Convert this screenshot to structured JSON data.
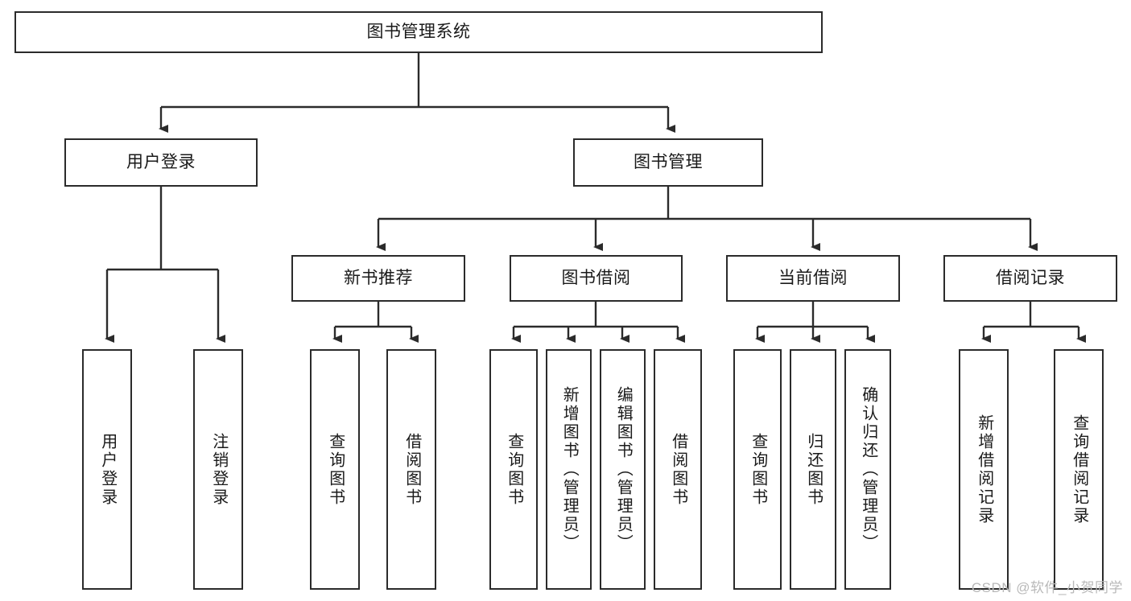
{
  "diagram": {
    "title": "图书管理系统",
    "type": "hierarchy-tree",
    "root": {
      "label": "图书管理系统"
    },
    "level2": [
      {
        "label": "用户登录"
      },
      {
        "label": "图书管理"
      }
    ],
    "level3": [
      {
        "label": "新书推荐"
      },
      {
        "label": "图书借阅"
      },
      {
        "label": "当前借阅"
      },
      {
        "label": "借阅记录"
      }
    ],
    "leaves": {
      "user_login": [
        {
          "label": "用户登录"
        },
        {
          "label": "注销登录"
        }
      ],
      "new_book_recommend": [
        {
          "label": "查询图书"
        },
        {
          "label": "借阅图书"
        }
      ],
      "book_borrow": [
        {
          "label": "查询图书"
        },
        {
          "label": "新增图书（管理员）"
        },
        {
          "label": "编辑图书（管理员）"
        },
        {
          "label": "借阅图书"
        }
      ],
      "current_borrow": [
        {
          "label": "查询图书"
        },
        {
          "label": "归还图书"
        },
        {
          "label": "确认归还（管理员）"
        }
      ],
      "borrow_record": [
        {
          "label": "新增借阅记录"
        },
        {
          "label": "查询借阅记录"
        }
      ]
    }
  },
  "watermark": {
    "text": "CSDN @软件_小贺同学"
  }
}
